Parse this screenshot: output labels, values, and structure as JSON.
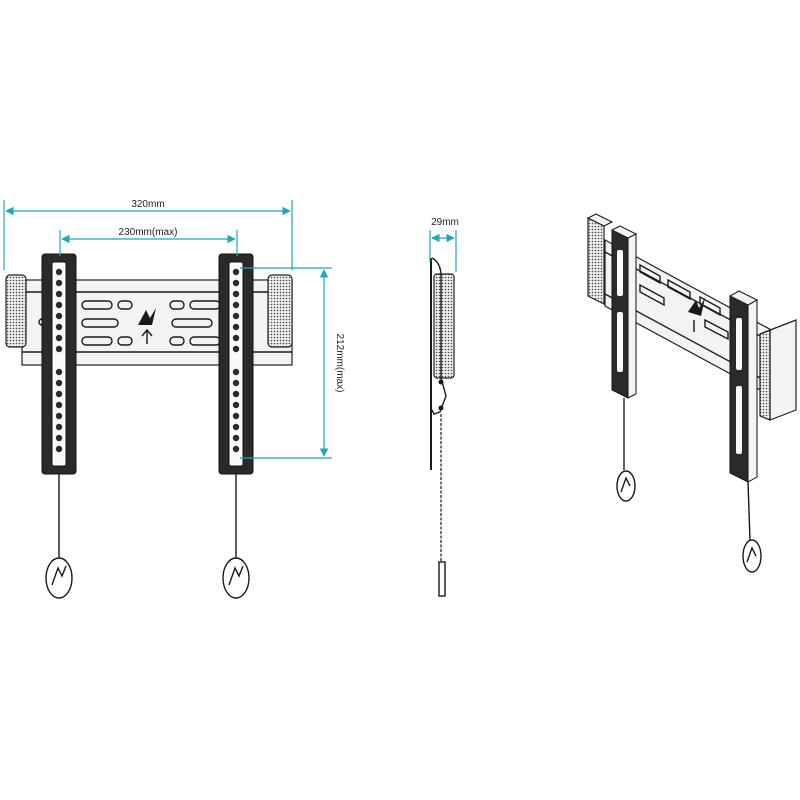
{
  "dimensions": {
    "overall_width": "320mm",
    "rail_spacing": "230mm(max)",
    "vertical_range": "212mm(max)",
    "depth": "29mm"
  },
  "colors": {
    "dimension_line": "#1fa8b8",
    "ink": "#1a1a1a",
    "background": "#ffffff"
  }
}
